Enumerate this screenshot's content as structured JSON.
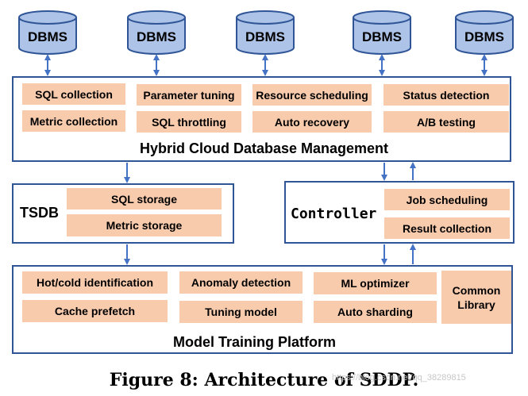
{
  "dbms_label": "DBMS",
  "hybrid": {
    "title": "Hybrid Cloud Database Management",
    "items": [
      "SQL collection",
      "Parameter tuning",
      "Resource scheduling",
      "Status detection",
      "Metric collection",
      "SQL throttling",
      "Auto recovery",
      "A/B testing"
    ]
  },
  "tsdb": {
    "title": "TSDB",
    "items": [
      "SQL storage",
      "Metric storage"
    ]
  },
  "controller": {
    "title": "Controller",
    "items": [
      "Job scheduling",
      "Result collection"
    ]
  },
  "training": {
    "title": "Model Training Platform",
    "items": [
      "Hot/cold identification",
      "Anomaly detection",
      "ML optimizer",
      "Cache prefetch",
      "Tuning model",
      "Auto sharding"
    ],
    "common_library": "Common Library"
  },
  "caption": "Figure 8:  Architecture of SDDP.",
  "watermark": "https://blog.csdn.net/qq_38289815",
  "colors": {
    "box_fill": "#f8cbad",
    "border": "#2f5597",
    "db_fill": "#adc3e8",
    "arrow": "#4472c4"
  }
}
